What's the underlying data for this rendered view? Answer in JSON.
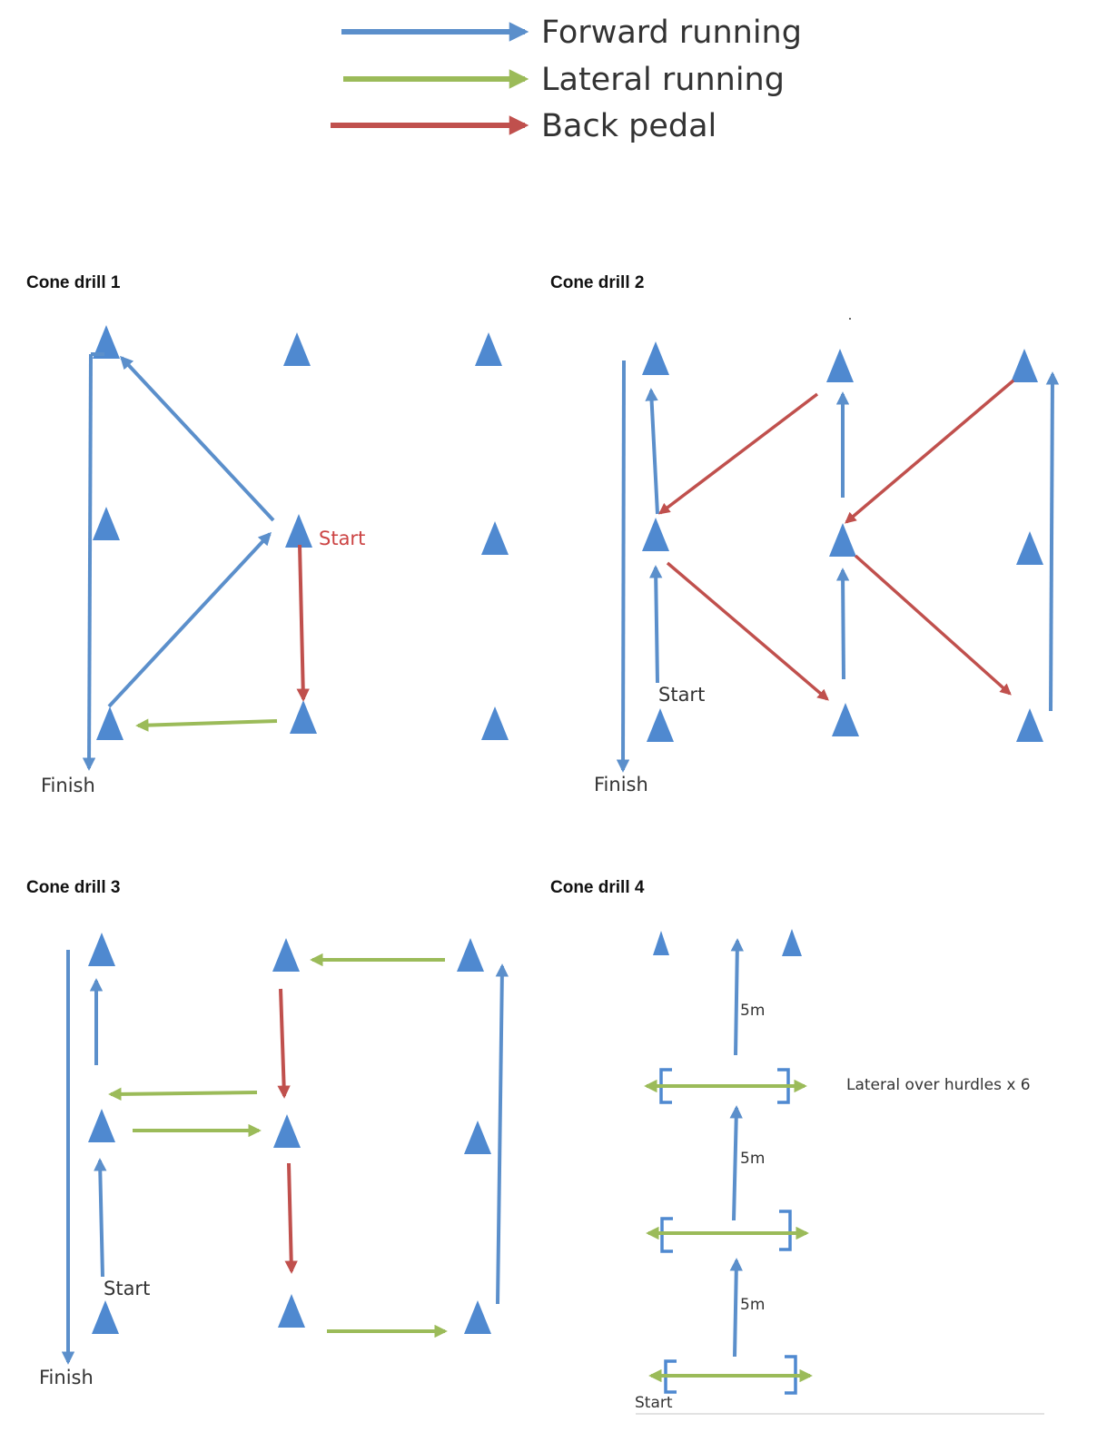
{
  "colors": {
    "forward": "#5b8fcb",
    "lateral": "#9bbb59",
    "back": "#c0504d",
    "cone": "#4f89d0",
    "hurdle": "#4f89d0"
  },
  "legend": [
    {
      "label": "Forward running",
      "color": "forward"
    },
    {
      "label": "Lateral running",
      "color": "lateral"
    },
    {
      "label": "Back pedal",
      "color": "back"
    }
  ],
  "drills": [
    {
      "title": "Cone drill 1",
      "start_label": "Start",
      "finish_label": "Finish"
    },
    {
      "title": "Cone drill 2",
      "start_label": "Start",
      "finish_label": "Finish"
    },
    {
      "title": "Cone drill 3",
      "start_label": "Start",
      "finish_label": "Finish"
    },
    {
      "title": "Cone drill 4",
      "start_label": "Start",
      "distance_labels": [
        "5m",
        "5m",
        "5m"
      ],
      "hurdle_note": "Lateral over hurdles x 6"
    }
  ]
}
